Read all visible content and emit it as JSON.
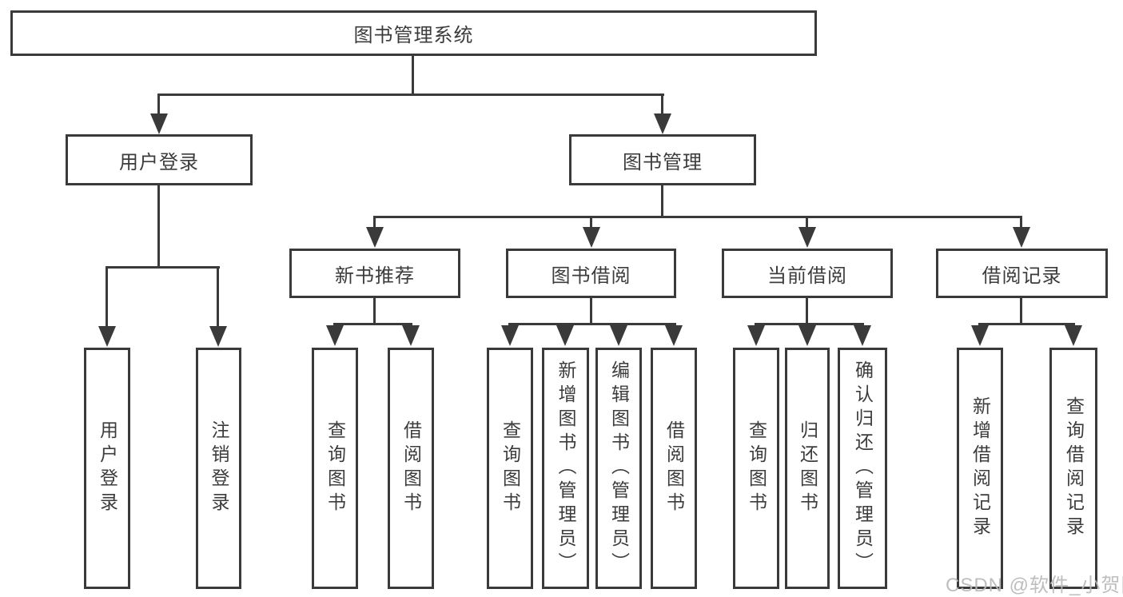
{
  "diagram": {
    "title": "图书管理系统",
    "level2": [
      {
        "label": "用户登录"
      },
      {
        "label": "图书管理"
      }
    ],
    "level3": [
      {
        "label": "新书推荐"
      },
      {
        "label": "图书借阅"
      },
      {
        "label": "当前借阅"
      },
      {
        "label": "借阅记录"
      }
    ],
    "leaves": [
      {
        "label": "用户登录"
      },
      {
        "label": "注销登录"
      },
      {
        "label": "查询图书"
      },
      {
        "label": "借阅图书"
      },
      {
        "label": "查询图书"
      },
      {
        "label": "新增图书（管理员）"
      },
      {
        "label": "编辑图书（管理员）"
      },
      {
        "label": "借阅图书"
      },
      {
        "label": "查询图书"
      },
      {
        "label": "归还图书"
      },
      {
        "label": "确认归还（管理员）"
      },
      {
        "label": "新增借阅记录"
      },
      {
        "label": "查询借阅记录"
      }
    ]
  },
  "watermark": {
    "text": "CSDN @软件_小贺同学"
  },
  "colors": {
    "line": "#3a3a3a",
    "text": "#3c3c3c",
    "background": "#ffffff",
    "watermark": "#b9b9b9"
  }
}
